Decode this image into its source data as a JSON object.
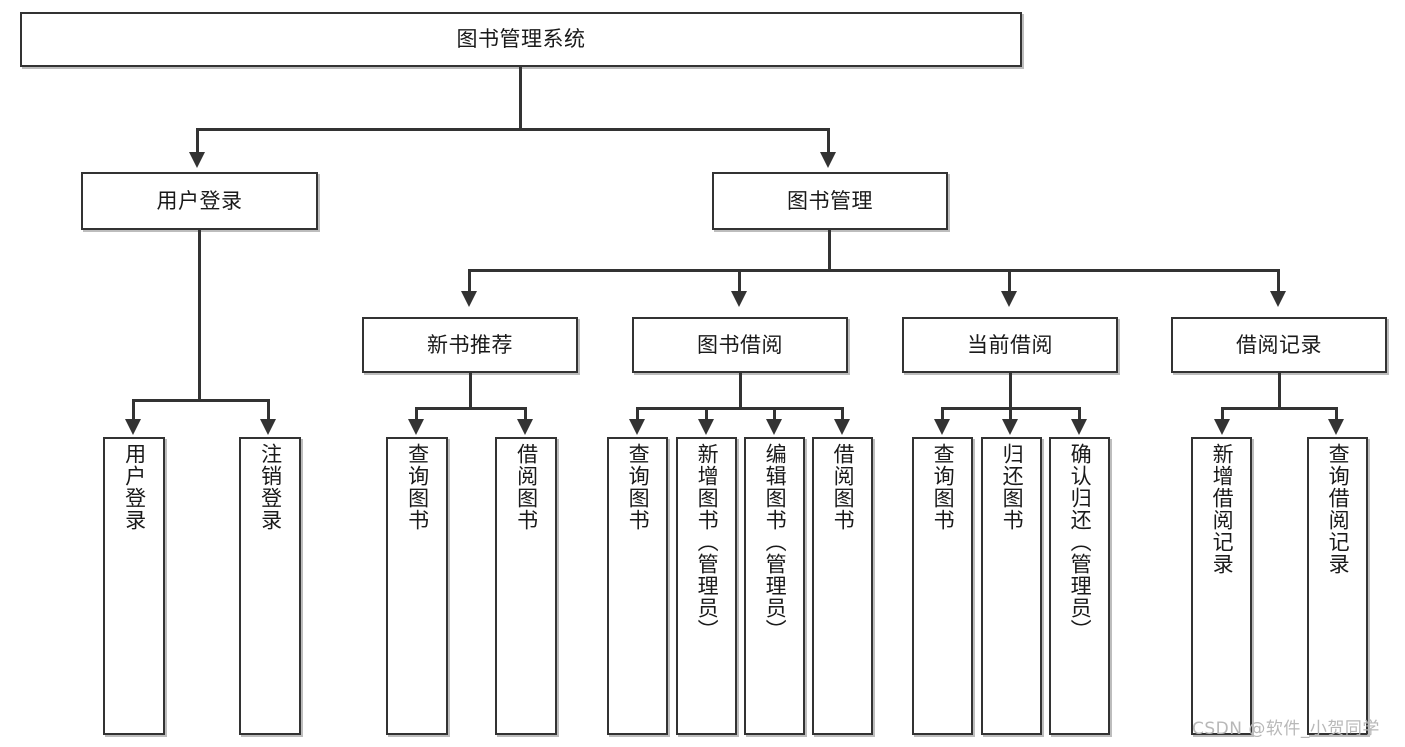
{
  "diagram": {
    "title": "图书管理系统",
    "type": "hierarchy-tree",
    "root": {
      "label": "图书管理系统"
    },
    "level1": [
      {
        "label": "用户登录"
      },
      {
        "label": "图书管理"
      }
    ],
    "level2": [
      {
        "label": "新书推荐"
      },
      {
        "label": "图书借阅"
      },
      {
        "label": "当前借阅"
      },
      {
        "label": "借阅记录"
      }
    ],
    "leaves": {
      "user_login": [
        {
          "label": "用户登录"
        },
        {
          "label": "注销登录"
        }
      ],
      "new_book": [
        {
          "label": "查询图书"
        },
        {
          "label": "借阅图书"
        }
      ],
      "book_borrow": [
        {
          "label": "查询图书"
        },
        {
          "label": "新增图书（管理员）"
        },
        {
          "label": "编辑图书（管理员）"
        },
        {
          "label": "借阅图书"
        }
      ],
      "current_borrow": [
        {
          "label": "查询图书"
        },
        {
          "label": "归还图书"
        },
        {
          "label": "确认归还（管理员）"
        }
      ],
      "borrow_record": [
        {
          "label": "新增借阅记录"
        },
        {
          "label": "查询借阅记录"
        }
      ]
    }
  },
  "watermark": {
    "text": "CSDN @软件_小贺同学"
  },
  "colors": {
    "background": "#ffffff",
    "border": "#333333",
    "shadow": "#bdbdbd",
    "text": "#1a1a1a",
    "watermark": "#b8b8b8"
  }
}
